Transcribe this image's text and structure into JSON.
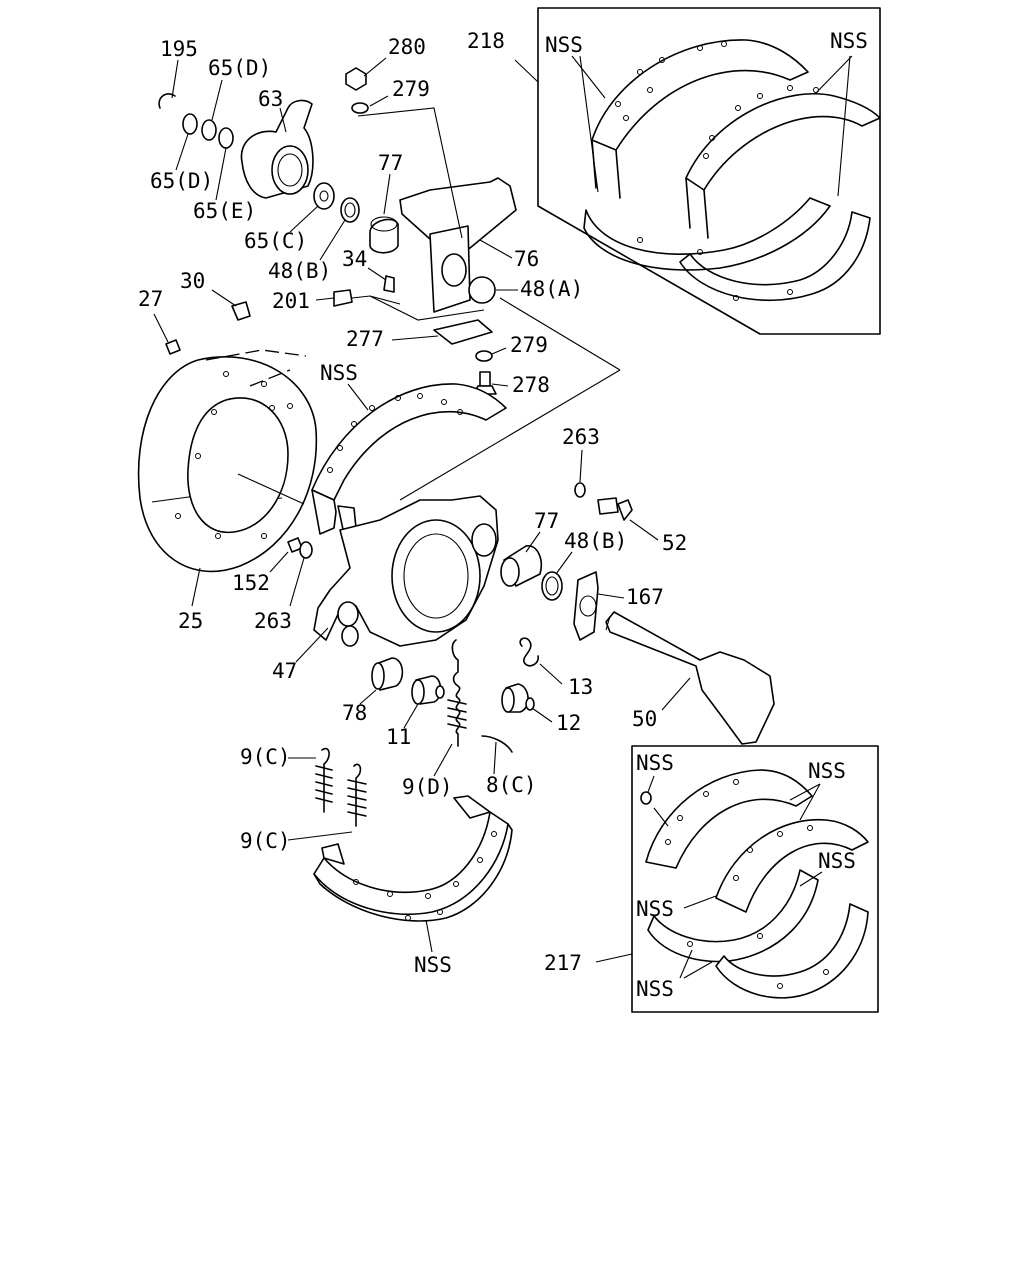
{
  "diagram": {
    "part_labels": {
      "p195": "195",
      "p65d_top": "65(D)",
      "p63": "63",
      "p65d_left": "65(D)",
      "p65e": "65(E)",
      "p65c": "65(C)",
      "p48b_top": "48(B)",
      "p280": "280",
      "p279_top": "279",
      "p77_top": "77",
      "p76": "76",
      "p34": "34",
      "p48a": "48(A)",
      "p201": "201",
      "p30": "30",
      "p27": "27",
      "p277": "277",
      "p279_mid": "279",
      "p278": "278",
      "p218": "218",
      "p263_top": "263",
      "p52": "52",
      "p77_mid": "77",
      "p48b_mid": "48(B)",
      "p167": "167",
      "p152": "152",
      "p263_bot": "263",
      "p25": "25",
      "p47": "47",
      "p13": "13",
      "p12": "12",
      "p50": "50",
      "p78": "78",
      "p11": "11",
      "p9c_top": "9(C)",
      "p9d": "9(D)",
      "p8c": "8(C)",
      "p9c_bot": "9(C)",
      "p217": "217"
    },
    "nss_label": "NSS"
  }
}
